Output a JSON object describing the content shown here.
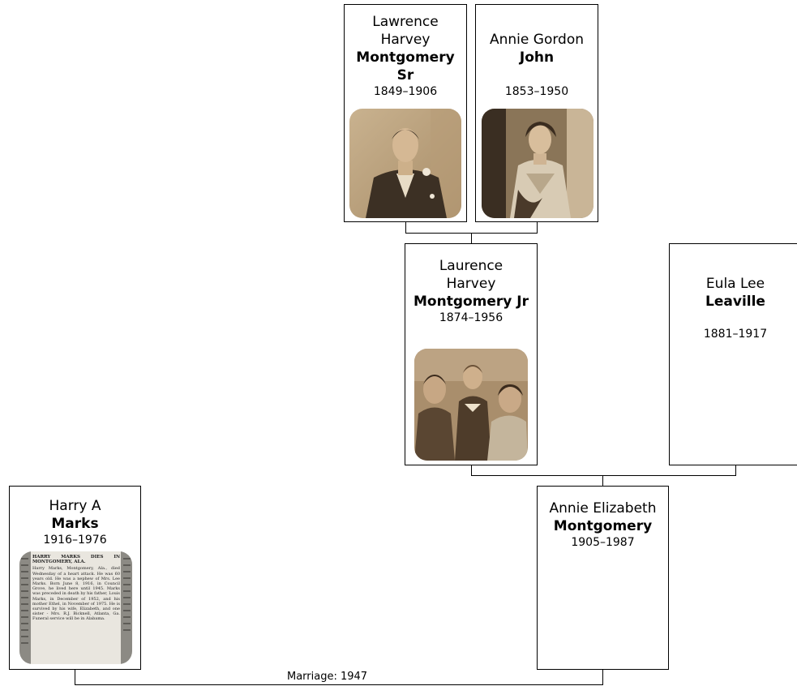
{
  "people": {
    "lawrence_sr": {
      "given": "Lawrence Harvey",
      "surname": "Montgomery Sr",
      "dates": "1849–1906",
      "photo": "portrait-man"
    },
    "annie_john": {
      "given": "Annie Gordon",
      "surname": "John",
      "dates": "1853–1950",
      "photo": "portrait-woman"
    },
    "laurence_jr": {
      "given": "Laurence Harvey",
      "surname": "Montgomery Jr",
      "dates": "1874–1956",
      "photo": "family-group"
    },
    "eula_lee": {
      "given": "Eula Lee",
      "surname": "Leaville",
      "dates": "1881–1917"
    },
    "harry_marks": {
      "given": "Harry A",
      "surname": "Marks",
      "dates": "1916–1976",
      "photo": "newspaper-obituary"
    },
    "annie_elizabeth": {
      "given": "Annie Elizabeth",
      "surname": "Montgomery",
      "dates": "1905–1987"
    }
  },
  "marriage": {
    "label": "Marriage: 1947"
  },
  "obituary": {
    "headline": "HARRY MARKS DIES IN MONTGOMERY, ALA.",
    "body": "Harry Marks, Montgomery, Ala., died Wednesday of a heart attack. He was 60 years old. He was a nephew of Mrs. Lee Marks. Born June 8, 1916, in Council Grove, he lived here until 1945. Marks was preceded in death by his father, Louis Marks, in December of 1952, and his mother Ethel, in November of 1975. He is survived by his wife, Elizabeth, and one sister - Mrs. R.J. Bicknell, Atlanta, Ga. Funeral service will be in Alabama."
  },
  "colors": {
    "line": "#000000",
    "card_border": "#000000",
    "sepia_light": "#d8c7a8",
    "sepia_dark": "#4a3a2a"
  }
}
